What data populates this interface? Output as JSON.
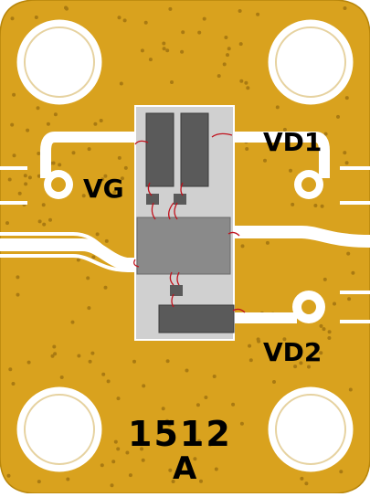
{
  "labels": {
    "vg": "VG",
    "vd1": "VD1",
    "vd2": "VD2",
    "part_number": "1512",
    "revision": "A"
  },
  "colors": {
    "board": "#d9a21e",
    "board_edge": "#b8860b",
    "trace": "#ffffff",
    "die": "#d0d0d0",
    "pad_dark": "#5a5a5a",
    "pad_mid": "#8a8a8a",
    "bond_wire": "#c0121d",
    "via": "#a97a12",
    "text": "#000000"
  }
}
